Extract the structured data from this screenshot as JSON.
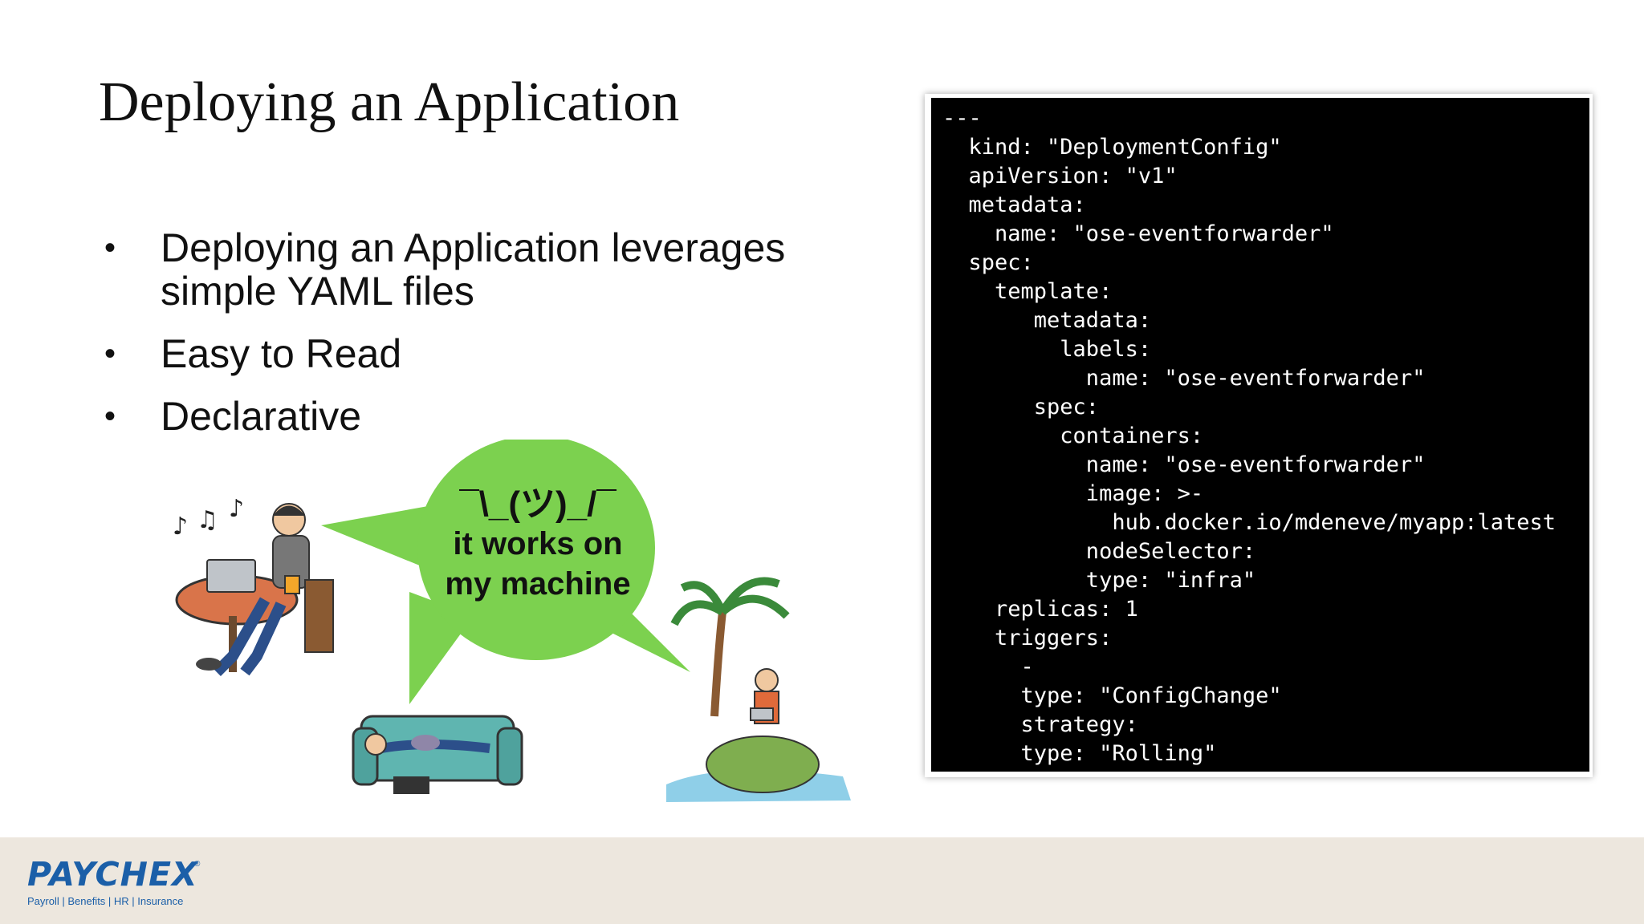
{
  "slide": {
    "title": "Deploying an Application",
    "bullets": [
      "Deploying an Application leverages simple YAML files",
      "Easy to Read",
      "Declarative"
    ]
  },
  "code": {
    "lines": [
      "---",
      "  kind: \"DeploymentConfig\"",
      "  apiVersion: \"v1\"",
      "  metadata:",
      "    name: \"ose-eventforwarder\"",
      "  spec:",
      "    template:",
      "       metadata:",
      "         labels:",
      "           name: \"ose-eventforwarder\"",
      "       spec:",
      "         containers:",
      "           name: \"ose-eventforwarder\"",
      "           image: >-",
      "             hub.docker.io/mdeneve/myapp:latest",
      "           nodeSelector:",
      "           type: \"infra\"",
      "    replicas: 1",
      "    triggers:",
      "      -",
      "      type: \"ConfigChange\"",
      "      strategy:",
      "      type: \"Rolling\""
    ]
  },
  "bubble": {
    "shrug": "¯\\_(ツ)_/¯",
    "line1": "it works on",
    "line2": "my machine"
  },
  "footer": {
    "logo": "PAYCHEX",
    "reg": "®",
    "tagline": "Payroll | Benefits | HR | Insurance"
  },
  "colors": {
    "bubble": "#7cd14f",
    "logo": "#1b5fa8",
    "footer_bg": "#ede7de",
    "couch": "#5fb5b0",
    "water": "#8fcfe8",
    "island": "#7fae4f"
  }
}
